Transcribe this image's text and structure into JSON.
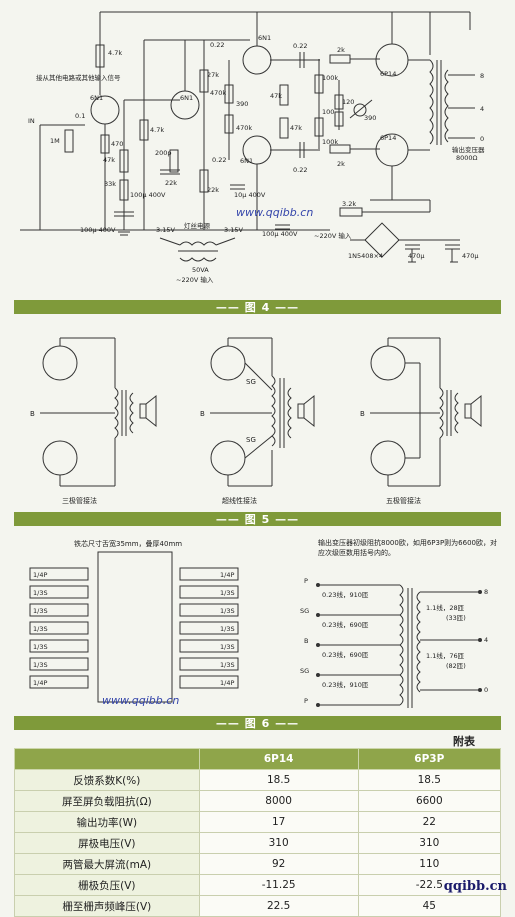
{
  "fig4": {
    "caption": "—— 图 4 ——",
    "input_label": "接从其他电路或其他输入信号",
    "input_node": "IN",
    "components": {
      "r_47k_top": "4.7k",
      "c_01": "0.1",
      "r_1m": "1M",
      "r_470": "470",
      "r_47k_mid": "47k",
      "r_33k": "33k",
      "c_100u_400v_left": "100μ 400V",
      "r_47k_b": "4.7k",
      "c_200p": "200p",
      "c_100u_400v_mid": "100μ 400V",
      "r_27k": "27k",
      "r_22k": "22k",
      "r_470k": "470k",
      "r_390": "390",
      "r_470k_b": "470k",
      "c_022_top": "0.22",
      "c_022_bot": "0.22",
      "r_22k_b": "22k",
      "c_10u_400v": "10μ 400V",
      "r_47k_c": "47k",
      "r_47k_d": "47k",
      "c_022_r1": "0.22",
      "c_022_r2": "0.22",
      "r_2k_top": "2k",
      "r_100k_a": "100k",
      "r_120": "120",
      "r_100": "100",
      "r_100k_b": "100k",
      "r_2k_bot": "2k",
      "r_390_b": "390",
      "r_32k": "3.2k",
      "c_100u_400v_r": "100μ 400V",
      "c_470u": "470μ",
      "c_470u_b": "470μ",
      "diode": "1N5408×4",
      "tube_6n1_a": "6N1",
      "tube_6n1_b": "6N1",
      "tube_6n1_c": "6N1",
      "tube_6n1_d": "6N1",
      "tube_6p14_a": "6P14",
      "tube_6p14_b": "6P14",
      "heater_a": "3.15V",
      "heater_b": "3.15V",
      "filament_label": "灯丝电源",
      "transformer_rating": "50VA",
      "mains_input": "~220V 输入",
      "mains_input_b": "~220V 输入",
      "output_transformer": "输出变压器",
      "output_impedance": "8000Ω",
      "out_8": "8",
      "out_4": "4",
      "out_0": "0"
    }
  },
  "fig5": {
    "caption": "—— 图 5 ——",
    "labels": [
      "三极管接法",
      "超线性接法",
      "五极管接法"
    ],
    "b_label": "B",
    "sg_label": "SG"
  },
  "fig6": {
    "caption": "—— 图 6 ——",
    "core_title": "铁芯尺寸舌宽35mm，叠厚40mm",
    "left_layers": [
      "1/4P",
      "1/3S",
      "1/3S",
      "1/3S",
      "1/3S",
      "1/3S",
      "1/4P"
    ],
    "right_layers": [
      "1/4P",
      "1/3S",
      "1/3S",
      "1/3S",
      "1/3S",
      "1/3S",
      "1/4P"
    ],
    "note": "输出变压器初级阻抗8000欧，如用6P3P则为6600欧，对应次级匝数用括号内的。",
    "windings": [
      {
        "label": "0.23线，910匝",
        "pin": "P"
      },
      {
        "label": "0.23线，690匝",
        "pin": "SG"
      },
      {
        "label": "0.23线，690匝",
        "pin": "SG"
      },
      {
        "label": "0.23线，910匝",
        "pin": "P"
      }
    ],
    "secondary": [
      {
        "label": "1.1线，28匝",
        "sub": "(33匝)",
        "pin": "8"
      },
      {
        "label": "1.1线，76匝",
        "sub": "(82匝)",
        "pin": "4"
      },
      {
        "pin": "0"
      }
    ],
    "b_label": "B"
  },
  "table": {
    "appendix_title": "附表",
    "headers": [
      "",
      "6P14",
      "6P3P"
    ],
    "rows": [
      [
        "反馈系数K(%)",
        "18.5",
        "18.5"
      ],
      [
        "屏至屏负载阻抗(Ω)",
        "8000",
        "6600"
      ],
      [
        "输出功率(W)",
        "17",
        "22"
      ],
      [
        "屏极电压(V)",
        "310",
        "310"
      ],
      [
        "两管最大屏流(mA)",
        "92",
        "110"
      ],
      [
        "栅极负压(V)",
        "-11.25",
        "-22.5"
      ],
      [
        "栅至栅声频峰压(V)",
        "22.5",
        "45"
      ]
    ]
  },
  "watermarks": {
    "wm1": "www.qqibb.cn",
    "wm2": "www.qqibb.cn",
    "site": "qqibb.cn"
  }
}
